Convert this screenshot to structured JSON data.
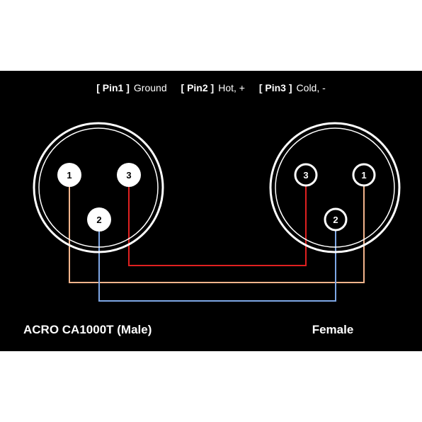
{
  "legend": {
    "items": [
      {
        "tag": "Pin1",
        "desc": "Ground"
      },
      {
        "tag": "Pin2",
        "desc": "Hot, +"
      },
      {
        "tag": "Pin3",
        "desc": "Cold, -"
      }
    ]
  },
  "male": {
    "label": "ACRO CA1000T (Male)",
    "pins": [
      "1",
      "3",
      "2"
    ]
  },
  "female": {
    "label": "Female",
    "pins": [
      "3",
      "1",
      "2"
    ]
  },
  "colors": {
    "background": "#000000",
    "pin1_wire": "#f2b48c",
    "pin2_wire": "#7ea7e6",
    "pin3_wire": "#e02020",
    "ring": "#ffffff",
    "text": "#ffffff"
  }
}
